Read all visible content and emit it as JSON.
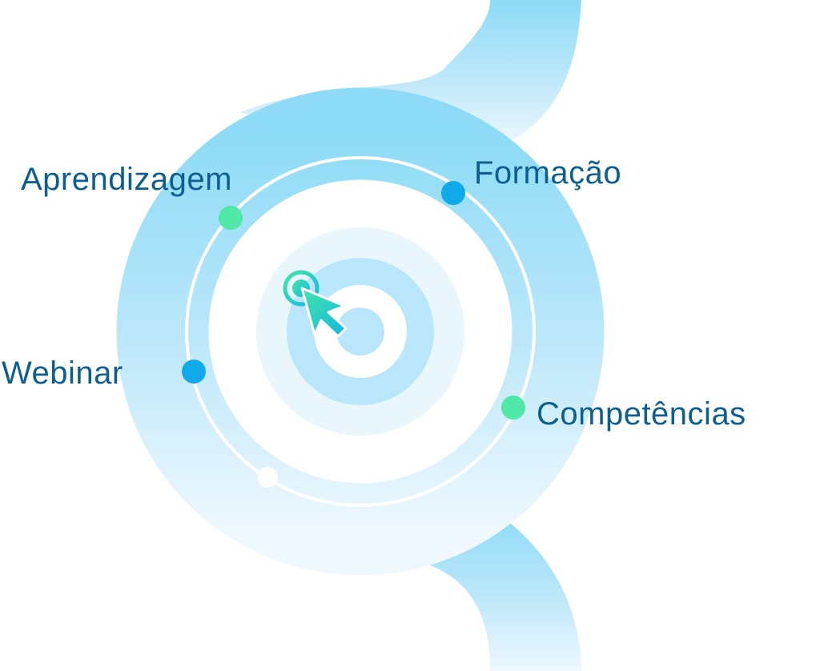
{
  "diagram": {
    "nodes": [
      {
        "id": "aprendizagem",
        "label": "Aprendizagem",
        "dot_color": "#4fe8a6"
      },
      {
        "id": "formacao",
        "label": "Formação",
        "dot_color": "#10aaea"
      },
      {
        "id": "webinar",
        "label": "Webinar",
        "dot_color": "#10aaea"
      },
      {
        "id": "competencias",
        "label": "Competências",
        "dot_color": "#4fe8a6"
      }
    ],
    "center_icon": "cursor-click-icon"
  },
  "colors": {
    "text": "#0c5f8e",
    "path_top": "#8fdcf6",
    "path_bottom": "#eaf6fd",
    "ring_inner": "#b8e6fa",
    "cursor_start": "#44e5a8",
    "cursor_end": "#14b8e0"
  }
}
